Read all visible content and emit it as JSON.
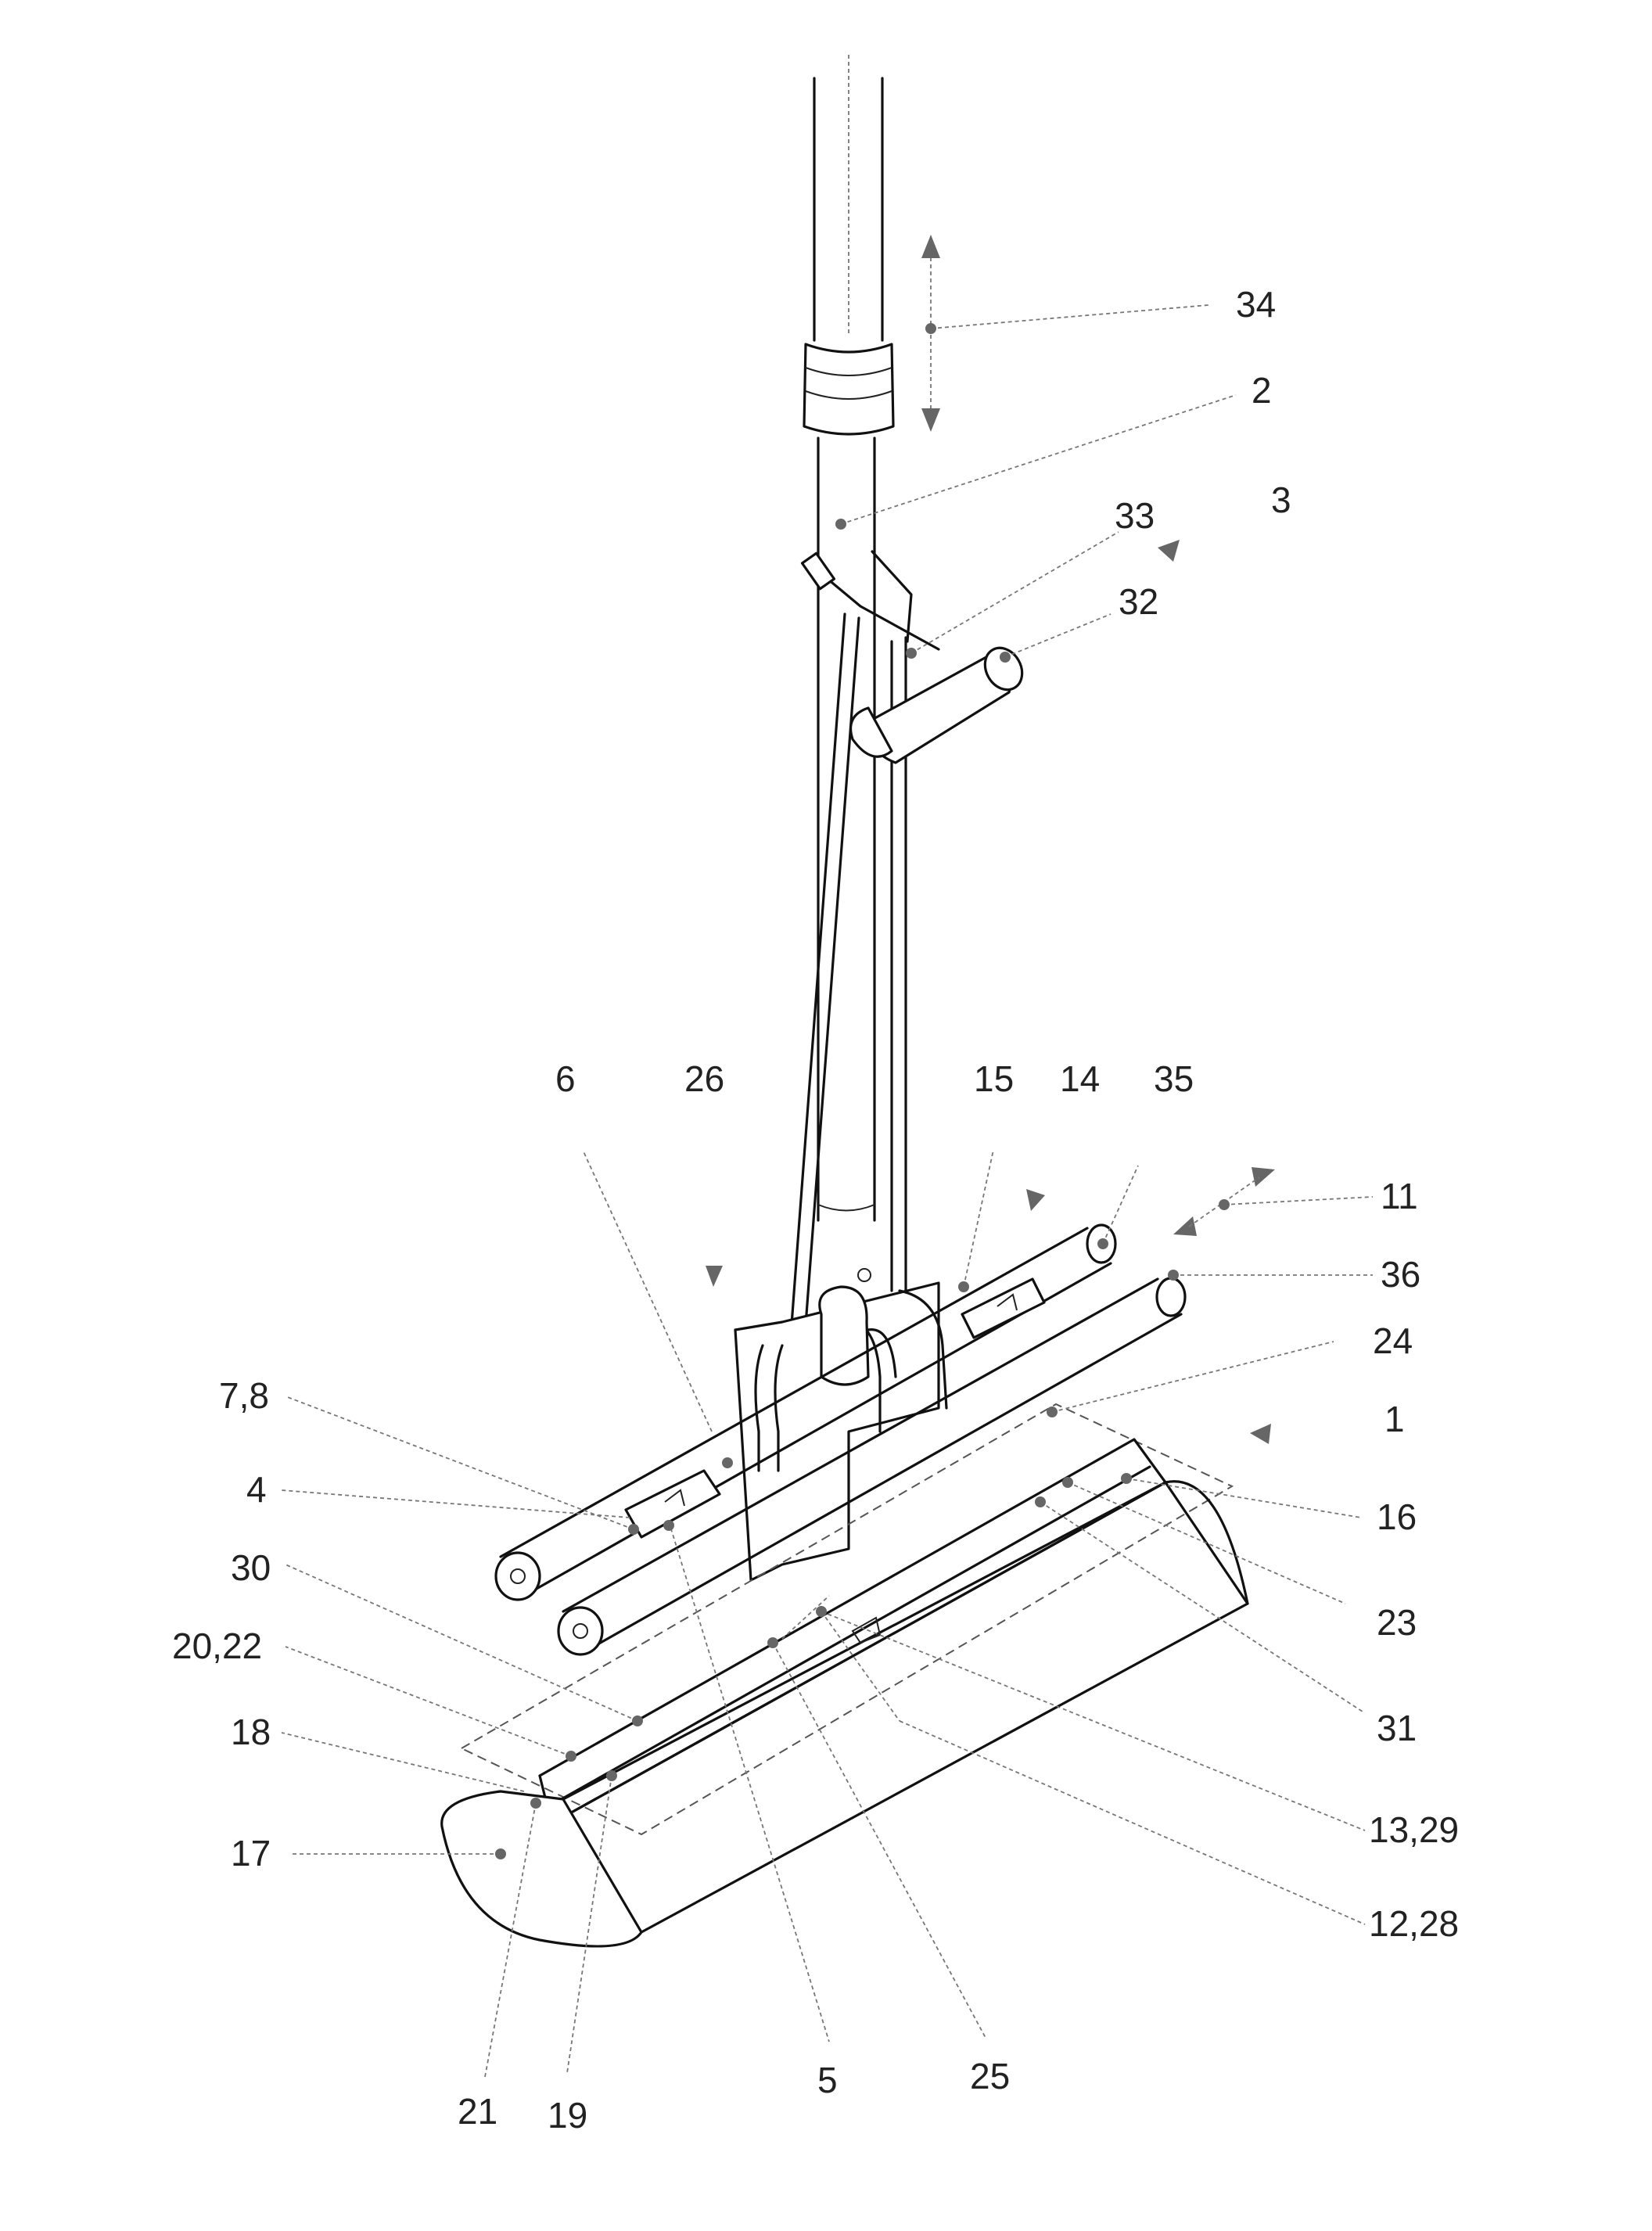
{
  "labels": {
    "l34": "34",
    "l2": "2",
    "l33": "33",
    "l3": "3",
    "l32": "32",
    "l6": "6",
    "l26": "26",
    "l15": "15",
    "l14": "14",
    "l35": "35",
    "l11": "11",
    "l36": "36",
    "l24": "24",
    "l1": "1",
    "l78": "7,8",
    "l4": "4",
    "l16": "16",
    "l30": "30",
    "l23": "23",
    "l2022": "20,22",
    "l31": "31",
    "l18": "18",
    "l1329": "13,29",
    "l17": "17",
    "l1228": "12,28",
    "l21": "21",
    "l19": "19",
    "l5": "5",
    "l25": "25"
  }
}
